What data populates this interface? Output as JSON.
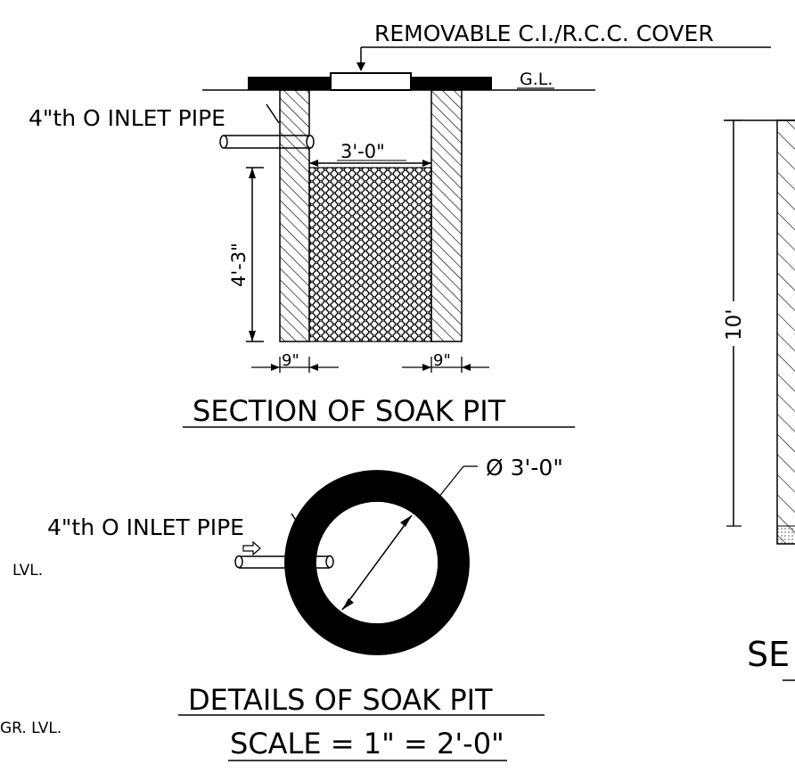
{
  "labels": {
    "cover": "REMOVABLE C.I./R.C.C. COVER",
    "ground_level": "G.L.",
    "inlet_pipe_top": "4\"th O INLET PIPE",
    "width_dim": "3'-0\"",
    "height_dim": "4'-3\"",
    "wall_left": "9\"",
    "wall_right": "9\"",
    "section_title": "SECTION OF SOAK PIT",
    "diameter": "Ø 3'-0\"",
    "inlet_pipe_plan": "4\"th O INLET PIPE",
    "details_title": "DETAILS OF SOAK PIT",
    "scale": "SCALE = 1\" = 2'-0\"",
    "side_depth": "10'",
    "side_title_partial": "SE",
    "lvl": "LVL.",
    "gr_lvl": "GR. LVL."
  },
  "colors": {
    "ink": "#000000",
    "paper": "#ffffff"
  }
}
